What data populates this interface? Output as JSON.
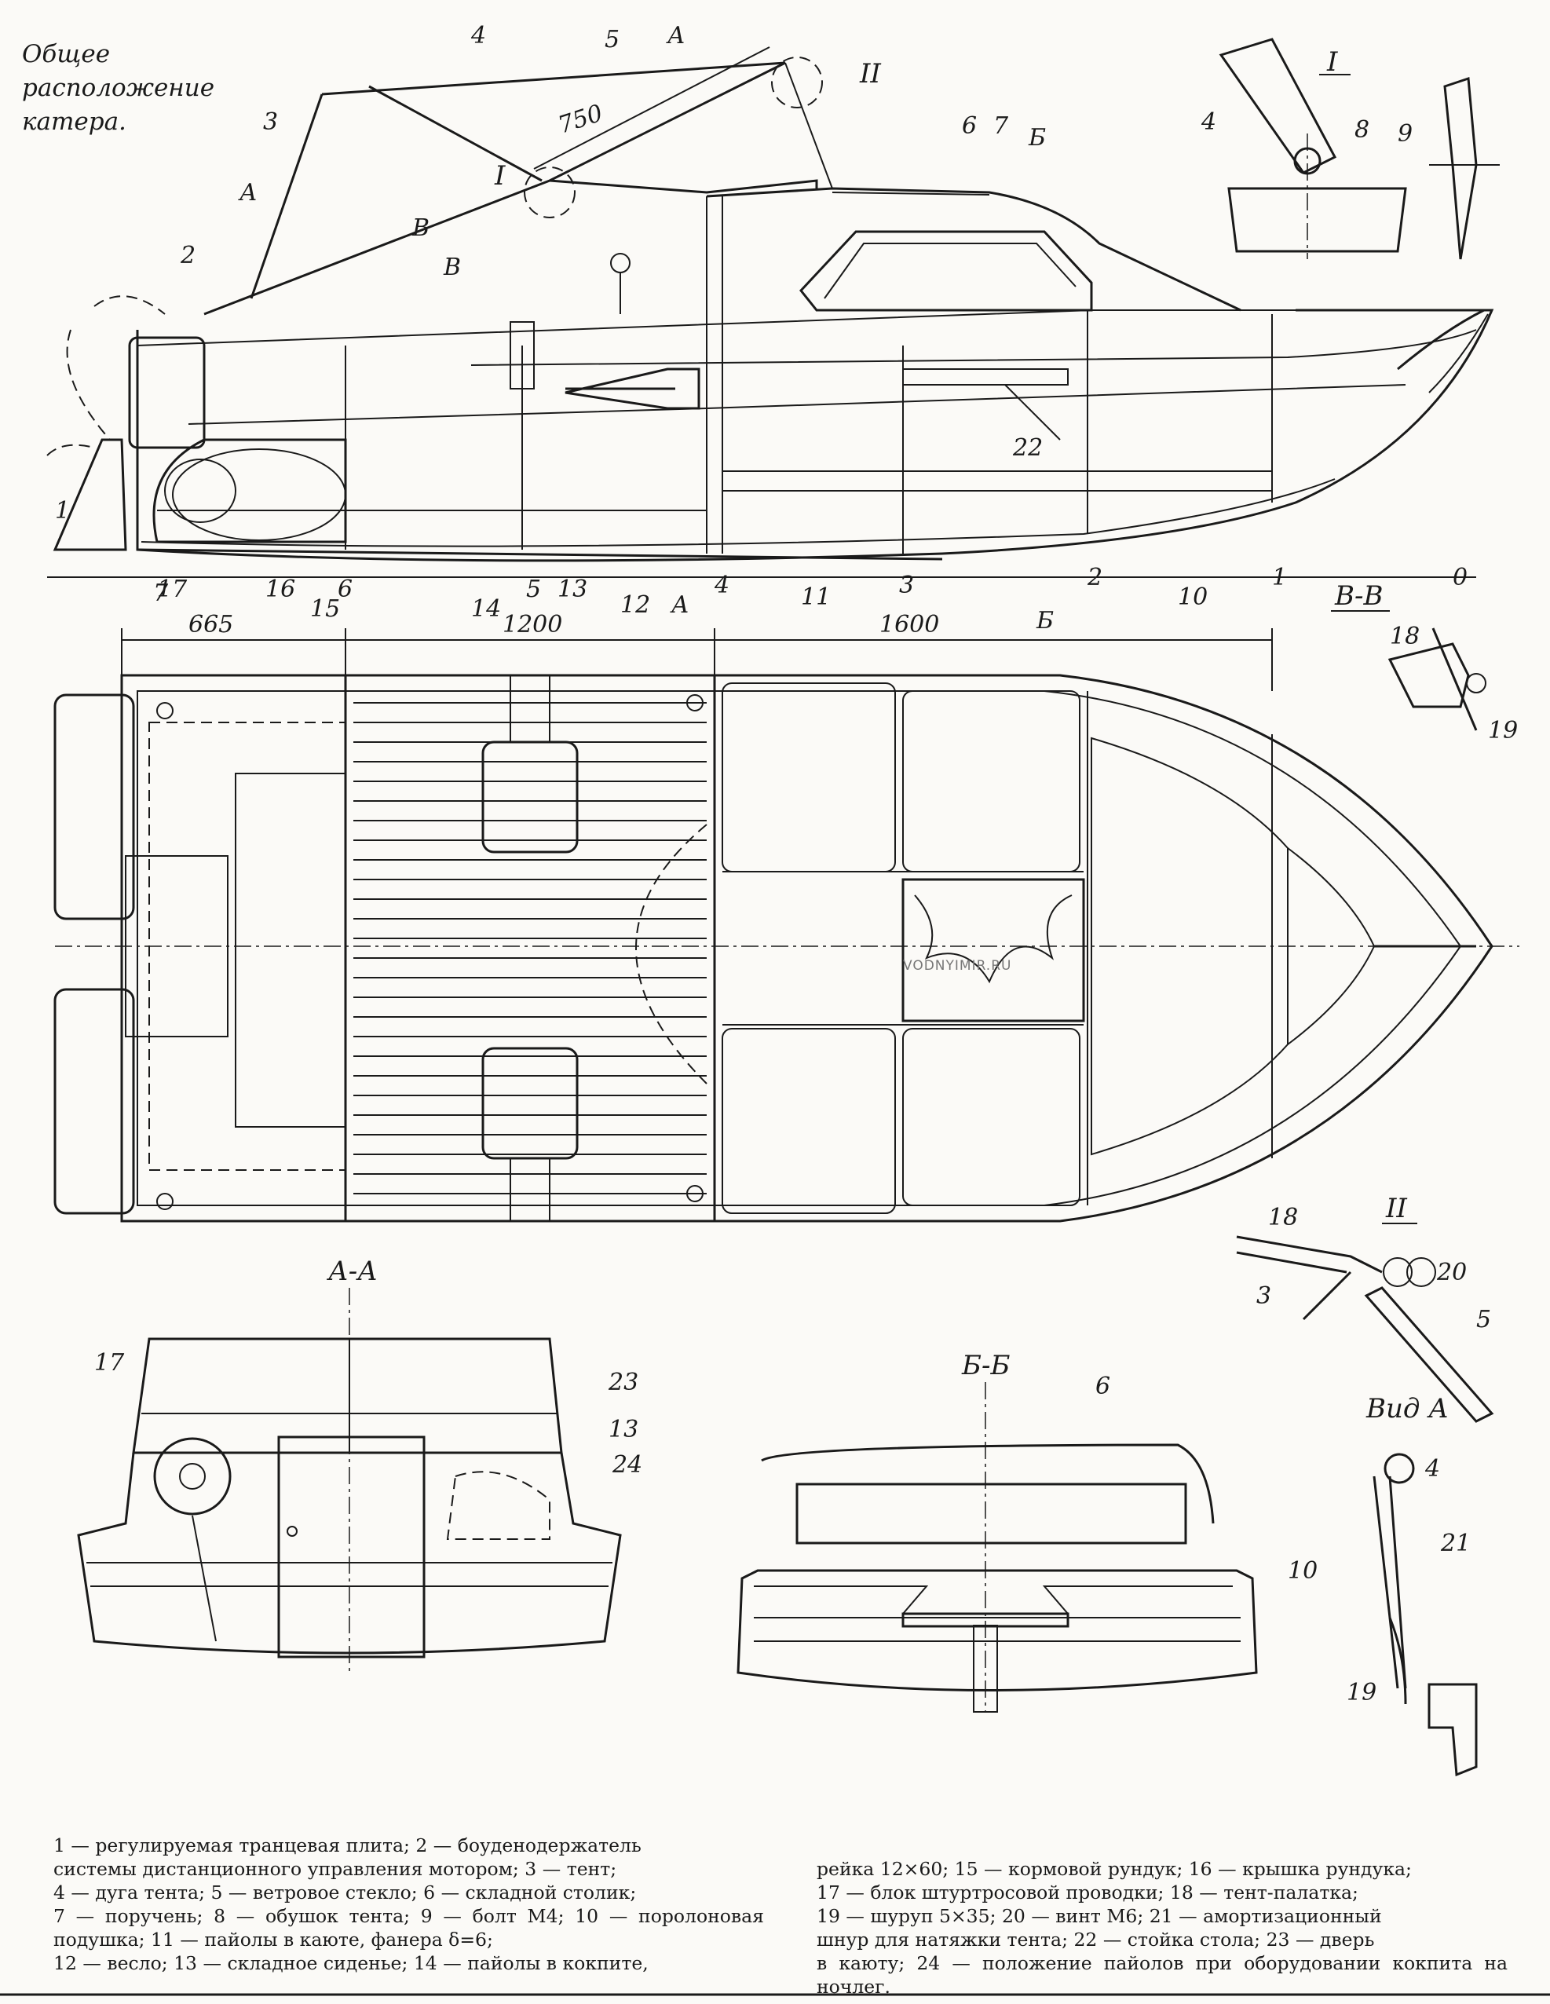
{
  "title_lines": [
    "Общее",
    "расположение",
    "катера."
  ],
  "watermark": "VODNYIMIR.RU",
  "dimensions": {
    "d750": "750",
    "d665": "665",
    "d1200": "1200",
    "d1600": "1600"
  },
  "section_titles": {
    "aa": "А-А",
    "bb": "Б-Б",
    "vv": "В-В",
    "detail_1": "I",
    "detail_2": "II",
    "view_a": "Вид А"
  },
  "section_marks": {
    "a": "А",
    "b": "Б",
    "v": "В"
  },
  "callouts": [
    "1",
    "2",
    "3",
    "4",
    "5",
    "6",
    "7",
    "8",
    "9",
    "10",
    "11",
    "12",
    "13",
    "14",
    "15",
    "16",
    "17",
    "18",
    "19",
    "20",
    "21",
    "22",
    "23",
    "24",
    "I",
    "II"
  ],
  "station_numbers": [
    "7",
    "6",
    "5",
    "4",
    "3",
    "2",
    "1",
    "0"
  ],
  "legend_left": [
    "1 — регулируемая транцевая плита; 2 — боуденодержатель",
    "системы дистанционного управления мотором; 3 — тент;",
    "4 — дуга тента; 5 — ветровое стекло; 6 — складной столик;",
    "7 — поручень; 8 — обушок тента; 9 — болт М4; 10 — поролоновая подушка; 11 — пайолы в каюте, фанера δ=6;",
    "12 — весло; 13 — складное сиденье; 14 — пайолы в кокпите,"
  ],
  "legend_right": [
    "рейка 12×60; 15 — кормовой рундук; 16 — крышка рундука;",
    "17 — блок штуртросовой проводки; 18 — тент-палатка;",
    "19 — шуруп 5×35; 20 — винт М6; 21 — амортизационный",
    "шнур для натяжки тента; 22 — стойка стола; 23 — дверь",
    "в каюту; 24 — положение пайолов при оборудовании кокпита на ночлег."
  ]
}
